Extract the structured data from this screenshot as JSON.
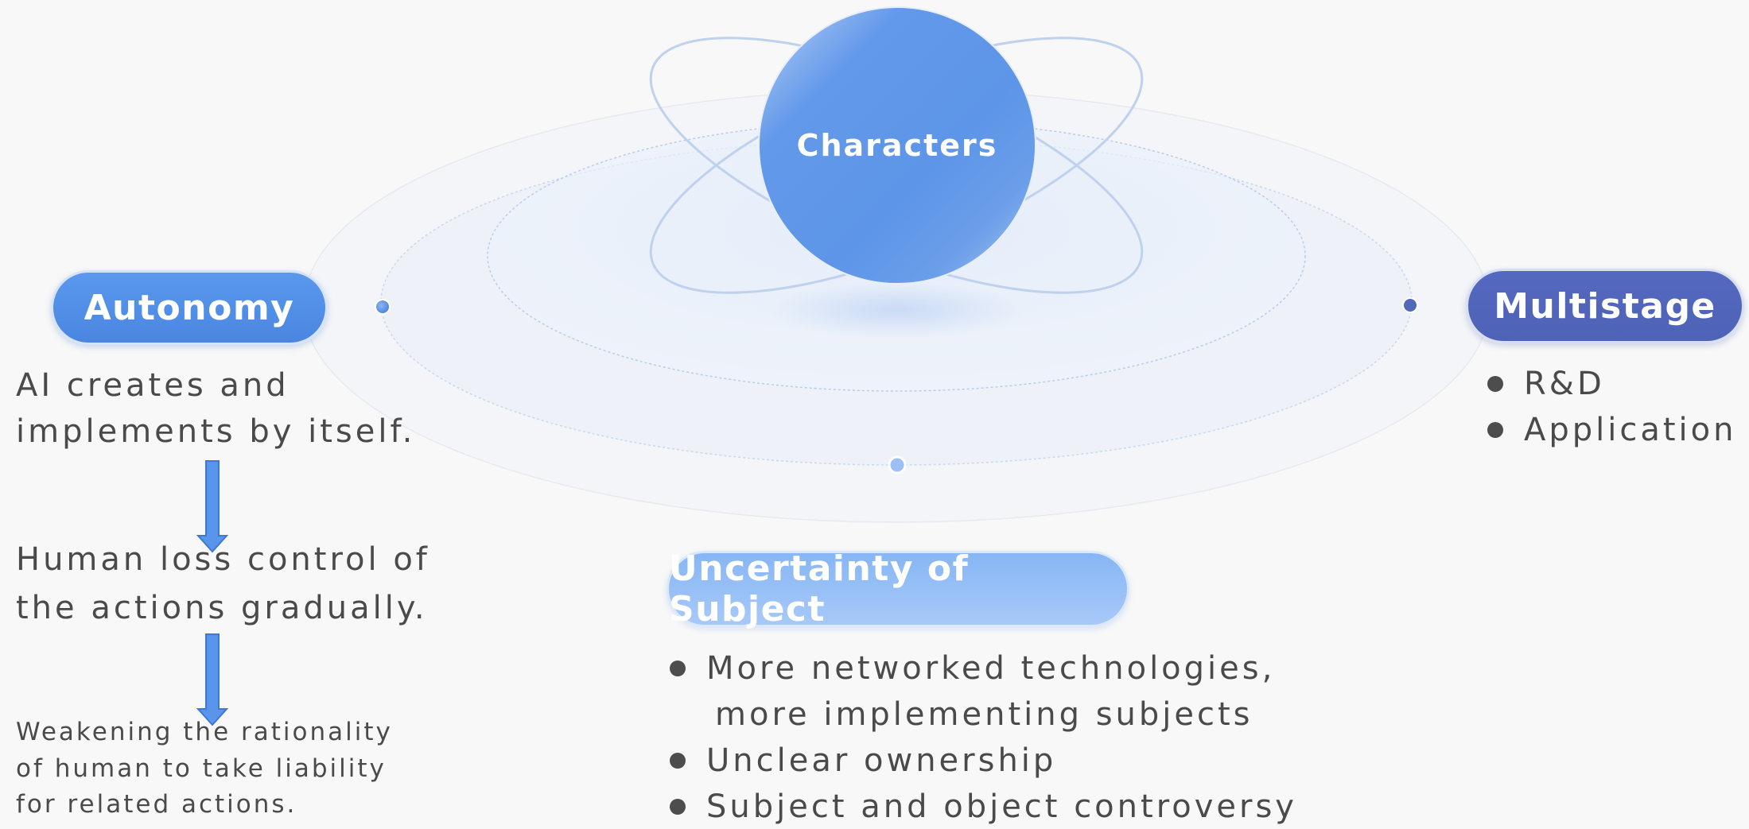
{
  "center": {
    "title": "Characters"
  },
  "autonomy": {
    "title": "Autonomy",
    "statement_lines": [
      "AI creates and",
      "implements by itself."
    ],
    "consequence_lines": [
      "Human loss control of",
      "the actions gradually."
    ],
    "result_lines": [
      "Weakening the rationality",
      "of human to take liability",
      "for related actions."
    ]
  },
  "multistage": {
    "title": "Multistage",
    "items": [
      "R&D",
      "Application"
    ]
  },
  "subject": {
    "title": "Uncertainty of Subject",
    "items": [
      {
        "lines": [
          "More networked technologies,",
          "more implementing subjects"
        ]
      },
      {
        "lines": [
          "Unclear ownership"
        ]
      },
      {
        "lines": [
          "Subject and object controversy"
        ]
      }
    ]
  },
  "colors": {
    "autonomy": "#4a86e0",
    "multistage": "#5067bb",
    "subject": "#97bff6",
    "center": "#5f97e8",
    "arrow": "#4a86e0",
    "text": "#4a4a4a"
  },
  "icons": {
    "arrow": "down-arrow-icon",
    "bullet": "bullet-dot-icon"
  }
}
